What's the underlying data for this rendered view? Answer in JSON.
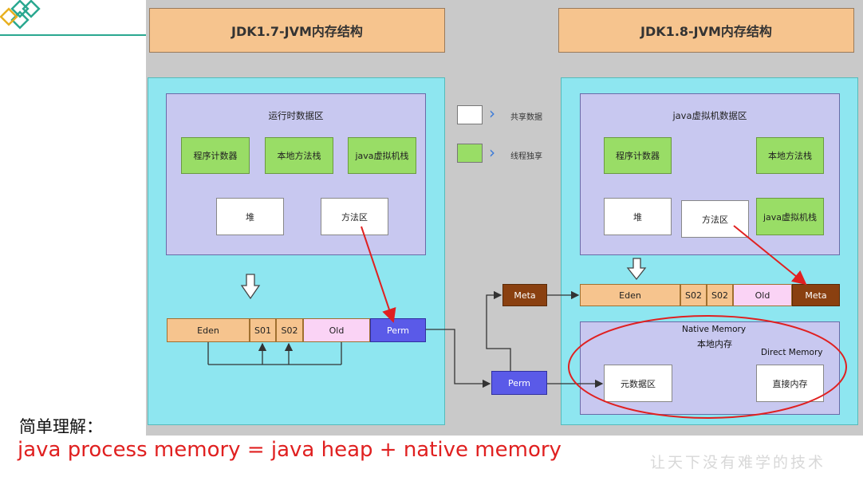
{
  "jdk17": {
    "title": "JDK1.7-JVM内存结构",
    "runtime_area": "运行时数据区",
    "pc": "程序计数器",
    "native_stack": "本地方法栈",
    "java_stack": "java虚拟机栈",
    "heap": "堆",
    "method_area": "方法区",
    "eden": "Eden",
    "s01": "S01",
    "s02": "S02",
    "old": "Old",
    "perm": "Perm"
  },
  "jdk18": {
    "title": "JDK1.8-JVM内存结构",
    "runtime_area": "java虚拟机数据区",
    "pc": "程序计数器",
    "native_stack": "本地方法栈",
    "heap": "堆",
    "method_area": "方法区",
    "java_stack": "java虚拟机栈",
    "eden": "Eden",
    "s02a": "S02",
    "s02b": "S02",
    "old": "Old",
    "meta": "Meta",
    "native_memory_en": "Native Memory",
    "native_memory_cn": "本地内存",
    "metadata_area": "元数据区",
    "direct_memory_en": "Direct Memory",
    "direct_memory_cn": "直接内存"
  },
  "middle": {
    "meta": "Meta",
    "perm": "Perm"
  },
  "legend": {
    "shared": "共享数据",
    "thread_private": "线程独享",
    "shared_color": "#ffffff",
    "thread_private_color": "#99dd66"
  },
  "caption": {
    "line1": "简单理解：",
    "line2": "java process memory = java heap + native memory"
  },
  "watermark": "让天下没有难学的技术",
  "colors": {
    "title_bg": "#f6c48e",
    "outer_bg": "#8ee6f0",
    "inner_bg": "#c8c8f0",
    "perm": "#5a5ae8",
    "meta": "#8a4010",
    "arrow_red": "#e02020"
  }
}
